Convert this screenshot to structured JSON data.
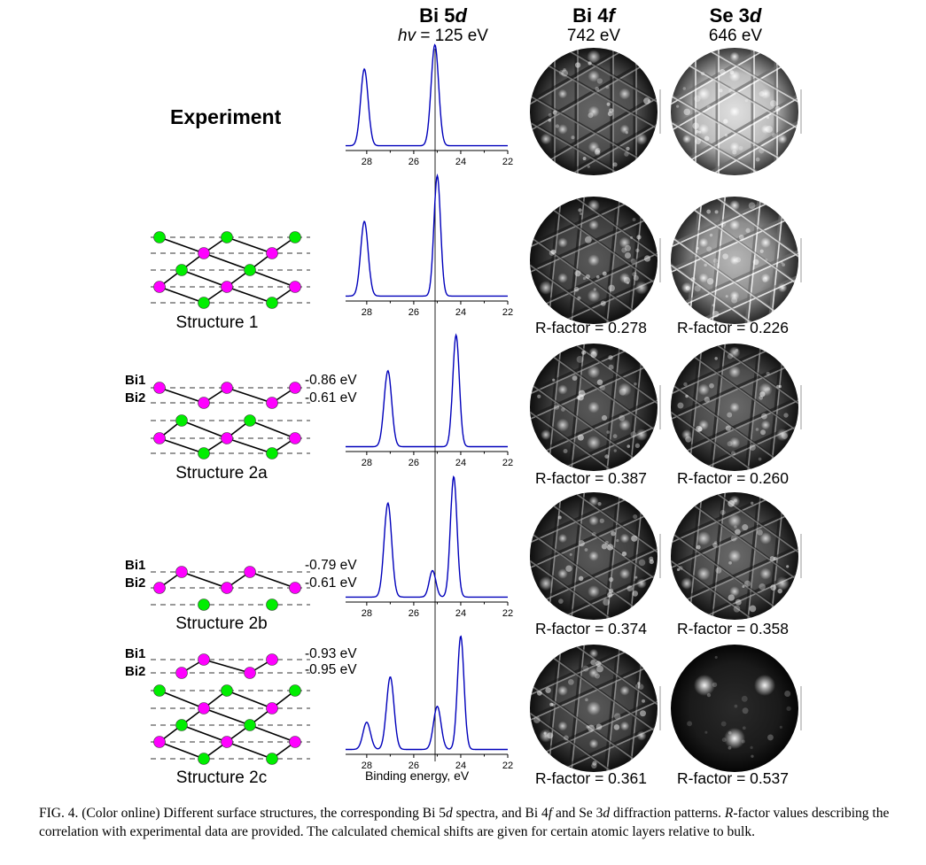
{
  "headers": {
    "bi5d": {
      "title": "Bi 5",
      "title_italic": "d",
      "sub_italic": "hv",
      "sub_rest": " = 125 eV"
    },
    "bi4f": {
      "title": "Bi 4",
      "title_italic": "f",
      "sub": "742 eV"
    },
    "se3d": {
      "title": "Se 3",
      "title_italic": "d",
      "sub": "646 eV"
    }
  },
  "rows": [
    {
      "name": "Experiment",
      "rfactor_bi4f": "",
      "rfactor_se3d": "",
      "atom_labels": [],
      "shifts": []
    },
    {
      "name": "Structure 1",
      "rfactor_bi4f": "R-factor = 0.278",
      "rfactor_se3d": "R-factor = 0.226",
      "atom_labels": [],
      "shifts": []
    },
    {
      "name": "Structure 2a",
      "rfactor_bi4f": "R-factor = 0.387",
      "rfactor_se3d": "R-factor = 0.260",
      "atom_labels": [
        "Bi1",
        "Bi2"
      ],
      "shifts": [
        "-0.86 eV",
        "-0.61 eV"
      ]
    },
    {
      "name": "Structure 2b",
      "rfactor_bi4f": "R-factor = 0.374",
      "rfactor_se3d": "R-factor = 0.358",
      "atom_labels": [
        "Bi1",
        "Bi2"
      ],
      "shifts": [
        "-0.79 eV",
        "-0.61 eV"
      ]
    },
    {
      "name": "Structure 2c",
      "rfactor_bi4f": "R-factor = 0.361",
      "rfactor_se3d": "R-factor = 0.537",
      "atom_labels": [
        "Bi1",
        "Bi2"
      ],
      "shifts": [
        "-0.93 eV",
        "-0.95 eV"
      ]
    }
  ],
  "chart_data": [
    {
      "type": "line",
      "row": "Experiment",
      "xlim": [
        28.9,
        22
      ],
      "x_reversed": true,
      "x_ticks": [
        28,
        26,
        24,
        22
      ],
      "xlabel": "",
      "peaks": [
        {
          "center": 28.1,
          "height": 0.76,
          "width": 0.16
        },
        {
          "center": 25.1,
          "height": 1.0,
          "width": 0.16
        }
      ]
    },
    {
      "type": "line",
      "row": "Structure 1",
      "xlim": [
        28.9,
        22
      ],
      "x_reversed": true,
      "x_ticks": [
        28,
        26,
        24,
        22
      ],
      "xlabel": "",
      "peaks": [
        {
          "center": 28.1,
          "height": 0.62,
          "width": 0.16
        },
        {
          "center": 25.0,
          "height": 1.0,
          "width": 0.14
        }
      ]
    },
    {
      "type": "line",
      "row": "Structure 2a",
      "xlim": [
        28.9,
        22
      ],
      "x_reversed": true,
      "x_ticks": [
        28,
        26,
        24,
        22
      ],
      "xlabel": "",
      "peaks": [
        {
          "center": 27.1,
          "height": 0.68,
          "width": 0.16
        },
        {
          "center": 24.2,
          "height": 1.0,
          "width": 0.14
        }
      ]
    },
    {
      "type": "line",
      "row": "Structure 2b",
      "xlim": [
        28.9,
        22
      ],
      "x_reversed": true,
      "x_ticks": [
        28,
        26,
        24,
        22
      ],
      "xlabel": "",
      "peaks": [
        {
          "center": 27.1,
          "height": 0.78,
          "width": 0.16
        },
        {
          "center": 24.3,
          "height": 1.0,
          "width": 0.14
        },
        {
          "center": 25.2,
          "height": 0.22,
          "width": 0.14
        }
      ]
    },
    {
      "type": "line",
      "row": "Structure 2c",
      "xlim": [
        28.9,
        22
      ],
      "x_reversed": true,
      "x_ticks": [
        28,
        26,
        24,
        22
      ],
      "xlabel": "Binding energy, eV",
      "peaks": [
        {
          "center": 28.0,
          "height": 0.24,
          "width": 0.16
        },
        {
          "center": 27.0,
          "height": 0.64,
          "width": 0.16
        },
        {
          "center": 25.0,
          "height": 0.38,
          "width": 0.16
        },
        {
          "center": 24.0,
          "height": 1.0,
          "width": 0.14
        }
      ]
    }
  ],
  "atom_colors": {
    "bi": "#ff00ff",
    "se": "#00ee00"
  },
  "line_color": "#0000bb",
  "caption": {
    "fig": "FIG. 4.",
    "p1": " (Color online)  Different surface structures, the corresponding Bi 5",
    "d1": "d",
    "p2": " spectra, and Bi 4",
    "f1": "f",
    "p3": " and Se 3",
    "d2": "d",
    "p4": " diffraction patterns. ",
    "r": "R",
    "p5": "-factor values describing the correlation with experimental data are provided. The calculated chemical shifts are given for certain atomic layers relative to bulk."
  }
}
